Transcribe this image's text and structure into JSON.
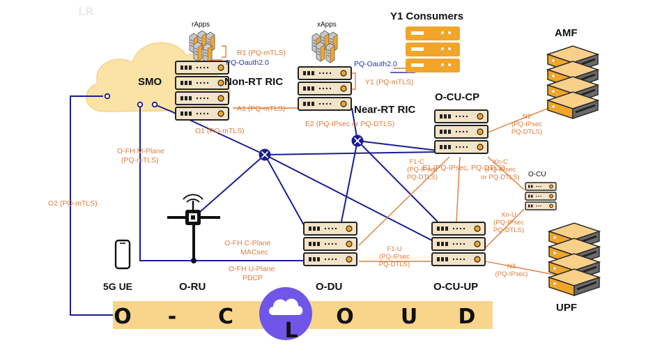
{
  "colors": {
    "orange": "#E07B39",
    "blue": "#2A2FA8",
    "navy": "#1A1D8F",
    "cloud": "#FBE3A6",
    "band": "#F8D58A",
    "server_body": "#F3E4C8",
    "server_drive": "#2A2A2A",
    "led": "#F1A52B",
    "purple": "#6F55E8",
    "black": "#111111"
  },
  "nodes": {
    "smo": "SMO",
    "rapps": "rApps",
    "xapps": "xApps",
    "non_rt_ric": "Non-RT RIC",
    "near_rt_ric": "Near-RT RIC",
    "y1_consumers": "Y1 Consumers",
    "amf": "AMF",
    "o_cu_cp": "O-CU-CP",
    "o_cu": "O-CU",
    "o_du": "O-DU",
    "o_cu_up": "O-CU-UP",
    "o_ru": "O-RU",
    "ue": "5G UE",
    "upf": "UPF"
  },
  "links": {
    "r1": "R1 (PQ-mTLS)",
    "pq_oauth_left": "PQ-Oauth2.0",
    "pq_oauth_right": "PQ-Oauth2.0",
    "a1": "A1 (PQ-mTLS)",
    "y1": "Y1 (PQ-mTLS)",
    "o1": "O1 (PQ-mTLS)",
    "e2": "E2 (PQ-IPsec or PQ-DTLS)",
    "ofh_m_1": "O-FH M-Plane",
    "ofh_m_2": "(PQ-mTLS)",
    "o2": "O2 (PQ-mTLS)",
    "n2_1": "N2",
    "n2_2": "(PQ-IPsec",
    "n2_3": "PQ-DTLS)",
    "f1c_1": "F1-C",
    "f1c_2": "(PQ-IPsec",
    "f1c_3": "PQ-DTLS)",
    "xnc_1": "Xn-C",
    "xnc_2": "(PQ-IPsec",
    "xnc_3": "or PQ-DTLS)",
    "e1": "E1 (PQ-IPsec, PQ-DTLS)",
    "xnu_1": "Xn-U",
    "xnu_2": "(PQ-IPsec",
    "xnu_3": "PQ-DTLS)",
    "ofh_c_1": "O-FH C-Plane",
    "ofh_c_2": "MACsec",
    "ofh_u_1": "O-FH U-Plane",
    "ofh_u_2": "PDCP",
    "f1u_1": "F1-U",
    "f1u_2": "(PQ-IPsec",
    "f1u_3": "PQ-DTLS)",
    "n3_1": "N3",
    "n3_2": "(PQ-IPsec)"
  },
  "banner": {
    "letters": [
      "O",
      "-",
      "C",
      "L",
      "O",
      "U",
      "D"
    ]
  },
  "icons": [
    "server-icon",
    "cloud-icon",
    "router-icon",
    "phone-icon",
    "antenna-icon",
    "app-cluster-icon",
    "logo-icon"
  ]
}
